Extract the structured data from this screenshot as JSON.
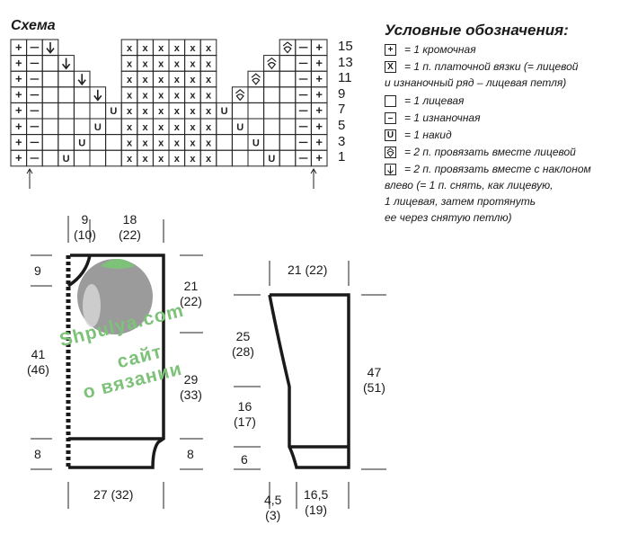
{
  "schema_title": "Схема",
  "legend_title": "Условные обозначения:",
  "row_numbers": [
    "15",
    "13",
    "11",
    "9",
    "7",
    "5",
    "3",
    "1"
  ],
  "legend": [
    {
      "symbol": "+",
      "lines": [
        "= 1 кромочная"
      ]
    },
    {
      "symbol": "X",
      "lines": [
        "= 1 п. платочной вязки (= лицевой",
        "и изнаночный ряд – лицевая петля)"
      ]
    },
    {
      "symbol": "",
      "lines": [
        "= 1 лицевая"
      ]
    },
    {
      "symbol": "–",
      "lines": [
        "= 1 изнаночная"
      ]
    },
    {
      "symbol": "U",
      "lines": [
        "= 1 накид"
      ]
    },
    {
      "symbol": "k2tog-icon",
      "lines": [
        "= 2 п. провязать вместе лицевой"
      ]
    },
    {
      "symbol": "ssk-icon",
      "lines": [
        "= 2 п. провязать вместе с наклоном",
        "влево (= 1 п. снять, как лицевую,",
        "1 лицевая, затем протянуть",
        "ее через снятую петлю)"
      ]
    }
  ],
  "back": {
    "top_left": [
      "9",
      "(10)"
    ],
    "top_right": [
      "18",
      "(22)"
    ],
    "left_top": "9",
    "left_total": [
      "41",
      "(46)"
    ],
    "left_bottom": "8",
    "right_upper": [
      "21",
      "(22)"
    ],
    "right_mid": [
      "29",
      "(33)"
    ],
    "right_bottom": "8",
    "bottom": "27 (32)"
  },
  "sleeve": {
    "top": "21 (22)",
    "left_upper": [
      "25",
      "(28)"
    ],
    "left_mid": [
      "16",
      "(17)"
    ],
    "left_bottom": "6",
    "right_total": [
      "47",
      "(51)"
    ],
    "bottom_left": [
      "4,5",
      "(3)"
    ],
    "bottom_right": [
      "16,5",
      "(19)"
    ]
  },
  "watermark": {
    "line1": "Shpulya.com",
    "line2": "сайт",
    "line3": "о вязании"
  },
  "colors": {
    "ink": "#1a1a1a",
    "watermark_green": "#7ec27a",
    "spool_grey": "#8a8a8a"
  }
}
